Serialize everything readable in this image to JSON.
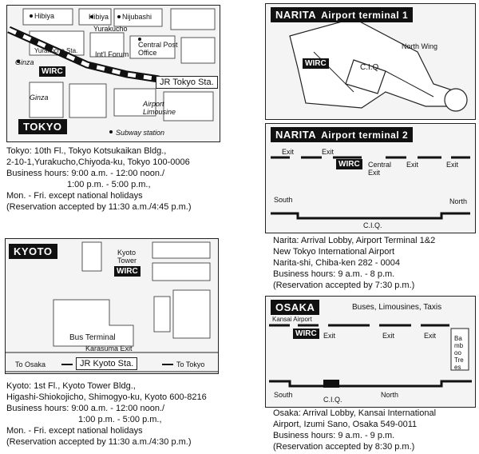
{
  "tokyo": {
    "title": "TOKYO",
    "labels": {
      "hibiya1": "Hibiya",
      "hibiya2": "Hibiya",
      "nijubashi": "Nijubashi",
      "yurakucho": "Yurakucho",
      "yurakucho_sta": "Yurakucho Sta.",
      "forum": "Int'l Forum",
      "post_office": "Central Post Office",
      "ginza1": "Ginza",
      "ginza2": "Ginza",
      "airport_limousine": "Airport Limousine",
      "subway": "Subway station",
      "wirc": "WIRC",
      "station": "JR Tokyo Sta."
    },
    "lines": [
      "Tokyo: 10th Fl., Tokyo Kotsukaikan Bldg.,",
      "2-10-1,Yurakucho,Chiyoda-ku, Tokyo 100-0006",
      "Business hours: 9:00 a.m. - 12:00 noon./",
      "1:00 p.m. - 5:00 p.m.,",
      "Mon. - Fri. except national holidays",
      "(Reservation accepted by 11:30 a.m./4:45 p.m.)"
    ]
  },
  "narita1": {
    "title": "NARITA",
    "subtitle": "Airport terminal 1",
    "labels": {
      "north_wing": "North Wing",
      "wirc": "WIRC",
      "ciq": "C.I.Q."
    }
  },
  "narita2": {
    "title": "NARITA",
    "subtitle": "Airport terminal 2",
    "labels": {
      "exit1": "Exit",
      "exit2": "Exit",
      "exit3": "Exit",
      "exit4": "Exit",
      "central_exit": "Central Exit",
      "wirc": "WIRC",
      "south": "South",
      "north": "North",
      "ciq": "C.I.Q."
    },
    "lines": [
      "Narita: Arrival Lobby, Airport Terminal 1&2",
      "New Tokyo International Airport",
      "Narita-shi, Chiba-ken 282 - 0004",
      "Business hours: 9 a.m. - 8 p.m.",
      "(Reservation accepted by 7:30 p.m.)"
    ]
  },
  "kyoto": {
    "title": "KYOTO",
    "labels": {
      "tower": "Kyoto Tower",
      "wirc": "WIRC",
      "bus_terminal": "Bus Terminal",
      "karasuma_exit": "Karasuma Exit",
      "to_osaka": "To Osaka",
      "station": "JR Kyoto Sta.",
      "to_tokyo": "To Tokyo"
    },
    "lines": [
      "Kyoto: 1st Fl., Kyoto Tower Bldg.,",
      "Higashi-Shiokojicho, Shimogyo-ku, Kyoto 600-8216",
      "Business hours: 9:00 a.m. - 12:00 noon./",
      "1:00 p.m. - 5:00 p.m.,",
      "Mon. - Fri. except national holidays",
      "(Reservation accepted by 11:30 a.m./4:30 p.m.)"
    ]
  },
  "osaka": {
    "title": "OSAKA",
    "subtitle": "Buses, Limousines, Taxis",
    "labels": {
      "kansai_airport": "Kansai Airport",
      "wirc": "WIRC",
      "exit1": "Exit",
      "exit2": "Exit",
      "exit3": "Exit",
      "bamboo": "Bamboo Trees",
      "south": "South",
      "ciq": "C.I.Q.",
      "north": "North"
    },
    "lines": [
      "Osaka: Arrival Lobby, Kansai International",
      "Airport, Izumi Sano, Osaka 549-0011",
      "Business hours: 9 a.m. - 9 p.m.",
      "(Reservation accepted by 8:30 p.m.)"
    ]
  }
}
